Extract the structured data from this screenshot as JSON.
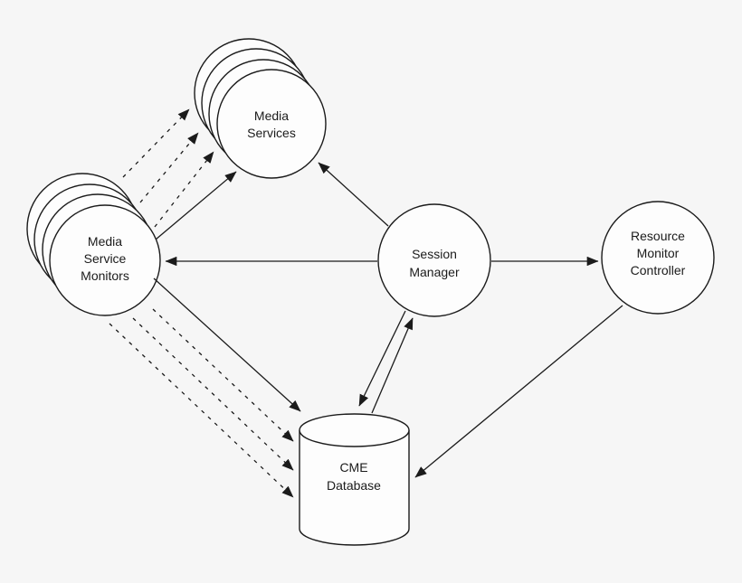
{
  "diagram": {
    "background_color": "#f6f6f6",
    "line_color": "#1b1b1b",
    "node_fill_color": "#fdfdfd",
    "nodes": {
      "media_services": {
        "label": "Media Services",
        "lines": [
          "Media",
          "Services"
        ],
        "shape": "stacked-circles",
        "instances": 4
      },
      "media_service_monitors": {
        "label": "Media Service Monitors",
        "lines": [
          "Media",
          "Service",
          "Monitors"
        ],
        "shape": "stacked-circles",
        "instances": 4
      },
      "session_manager": {
        "label": "Session Manager",
        "lines": [
          "Session",
          "Manager"
        ],
        "shape": "circle"
      },
      "resource_monitor_controller": {
        "label": "Resource Monitor Controller",
        "lines": [
          "Resource",
          "Monitor",
          "Controller"
        ],
        "shape": "circle"
      },
      "cme_database": {
        "label": "CME Database",
        "lines": [
          "CME",
          "Database"
        ],
        "shape": "cylinder"
      }
    },
    "edges": [
      {
        "from": "media_service_monitors",
        "to": "media_services",
        "style": "dashed",
        "count": 3,
        "arrowhead": "to"
      },
      {
        "from": "media_service_monitors",
        "to": "media_services",
        "style": "solid",
        "count": 1,
        "arrowhead": "to"
      },
      {
        "from": "session_manager",
        "to": "media_services",
        "style": "solid",
        "count": 1,
        "arrowhead": "to"
      },
      {
        "from": "session_manager",
        "to": "media_service_monitors",
        "style": "solid",
        "count": 1,
        "arrowhead": "to"
      },
      {
        "from": "session_manager",
        "to": "resource_monitor_controller",
        "style": "solid",
        "count": 1,
        "arrowhead": "to"
      },
      {
        "from": "session_manager",
        "to": "cme_database",
        "style": "solid",
        "count": 1,
        "arrowhead": "to"
      },
      {
        "from": "cme_database",
        "to": "session_manager",
        "style": "solid",
        "count": 1,
        "arrowhead": "to"
      },
      {
        "from": "media_service_monitors",
        "to": "cme_database",
        "style": "dashed",
        "count": 3,
        "arrowhead": "to"
      },
      {
        "from": "media_service_monitors",
        "to": "cme_database",
        "style": "solid",
        "count": 1,
        "arrowhead": "to"
      },
      {
        "from": "resource_monitor_controller",
        "to": "cme_database",
        "style": "solid",
        "count": 1,
        "arrowhead": "to"
      }
    ]
  }
}
